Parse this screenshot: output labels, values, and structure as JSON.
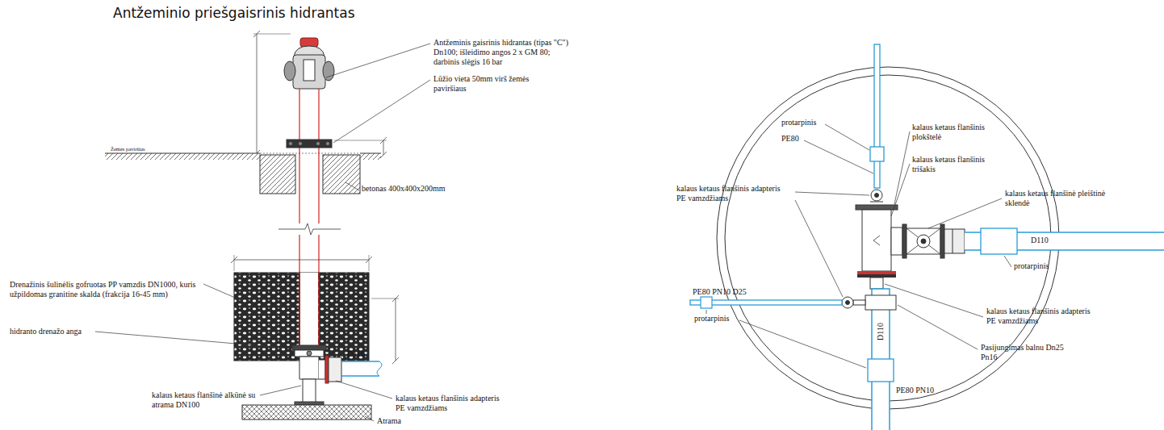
{
  "diagram": {
    "title": "Antžeminio priešgaisrinis hidrantas",
    "labels": [
      "Antžeminis gaisrinis hidrantas (tipas \"C\") Dn100; išleidimo angos 2 x GM 80; darbinis slėgis 16 bar",
      "Lūžio vieta 50mm virš žemės paviršiaus",
      "Žemės paviršius",
      "betonas 400x400x200mm",
      "Drenažinis šulinėlis gofruotas PP vamzdis DN1000, kuris užpildomas granitine skalda (frakcija 16-45 mm)",
      "hidranto drenažo anga",
      "D110",
      "kalaus ketaus flanšinė alkūnė su atrama DN100",
      "kalaus ketaus flanšinis adapteris PE vamzdžiams",
      "Atrama",
      "protarpinis",
      "PE80",
      "kalaus ketaus flanšinis plokštelė",
      "kalaus ketaus flanšinis trišakis",
      "kalaus ketaus flanšinė pleištinė sklendė",
      "kalaus ketaus flanšinis adapteris PE vamzdžiams",
      "D110",
      "protarpinis",
      "PE80 PN10 D25",
      "protarpinis",
      "kalaus ketaus flanšinis adapteris PE vamzdžiams",
      "Pasijungimas balnu Dn25 Pn16",
      "D110",
      "PE80 PN10"
    ]
  }
}
